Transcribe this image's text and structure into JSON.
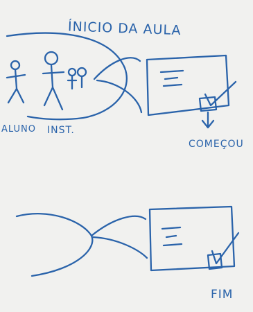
{
  "title": "ÍNICIO DA AULA",
  "labels": {
    "student": "ALUNO",
    "instructor": "INST.",
    "started": "COMEÇOU",
    "end": "FIM"
  },
  "colors": {
    "ink": "#2a63aa",
    "paper": "#f1f1ef"
  }
}
